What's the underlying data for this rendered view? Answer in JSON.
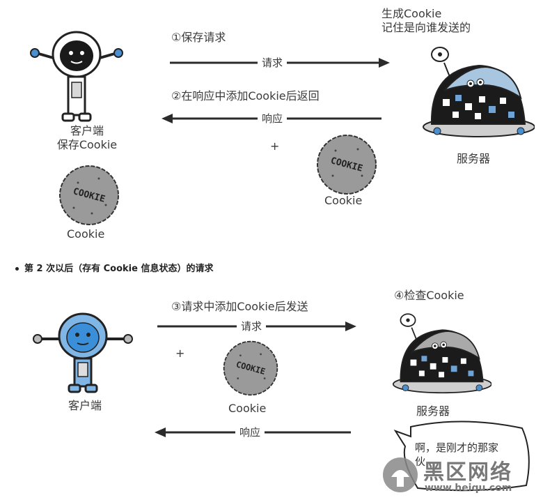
{
  "top": {
    "step1": "①保存请求",
    "request": "请求",
    "step2": "②在响应中添加Cookie后返回",
    "response": "响应",
    "server_note_line1": "生成Cookie",
    "server_note_line2": "记住是向谁发送的",
    "client_label_line1": "客户端",
    "client_label_line2": "保存Cookie",
    "server_label": "服务器",
    "plus": "+",
    "cookie_label_right": "Cookie",
    "cookie_label_left": "Cookie",
    "cookie_text": "COOKIE"
  },
  "section2_title": "第 2 次以后（存有 Cookie 信息状态）的请求",
  "bottom": {
    "step3": "③请求中添加Cookie后发送",
    "request": "请求",
    "step4": "④检查Cookie",
    "client_label": "客户端",
    "server_label": "服务器",
    "plus": "+",
    "cookie_label": "Cookie",
    "response": "响应",
    "bubble_text": "啊，是刚才的那家伙",
    "cookie_text": "COOKIE"
  },
  "watermark": {
    "brand": "黑区网络",
    "url": "www.heiqu.com"
  },
  "colors": {
    "arrow": "#2b2b2b",
    "robot_head_dark": "#1a1a1a",
    "robot_head_blue": "#3a8fd8",
    "robot_outline": "#222222",
    "cookie_fill": "#9a9a9a",
    "server_dome": "#a9c6e0",
    "server_body": "#1b1b1b",
    "server_tiles": "#6fa3d6"
  }
}
